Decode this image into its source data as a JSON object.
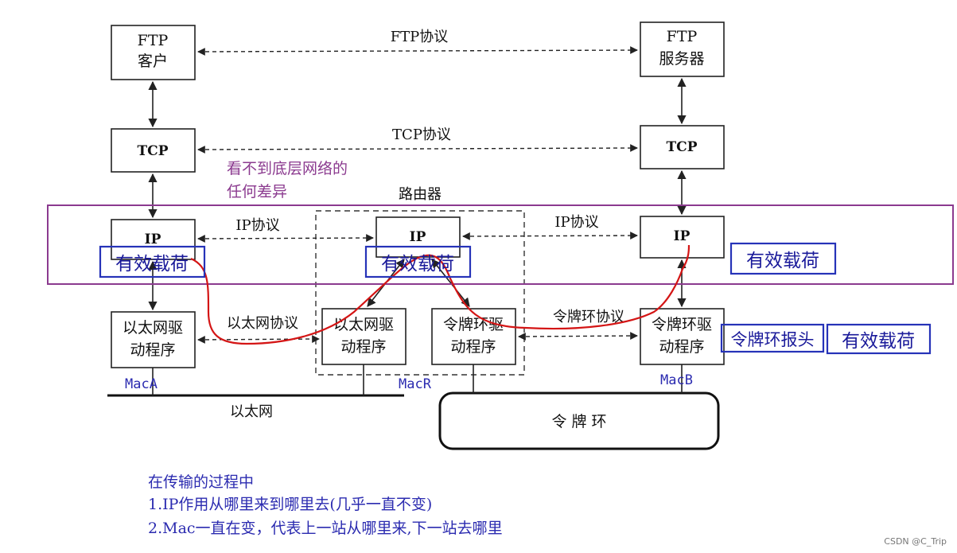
{
  "nodes": {
    "ftp_client": {
      "line1": "FTP",
      "line2": "客户"
    },
    "ftp_server": {
      "line1": "FTP",
      "line2": "服务器"
    },
    "tcp_left": "TCP",
    "tcp_right": "TCP",
    "ip_left": "IP",
    "ip_router": "IP",
    "ip_right": "IP",
    "eth_driver_left": {
      "line1": "以太网驱",
      "line2": "动程序"
    },
    "eth_driver_router": {
      "line1": "以太网驱",
      "line2": "动程序"
    },
    "token_driver_router": {
      "line1": "令牌环驱",
      "line2": "动程序"
    },
    "token_driver_right": {
      "line1": "令牌环驱",
      "line2": "动程序"
    },
    "token_ring": "令 牌 环"
  },
  "protocols": {
    "ftp": "FTP协议",
    "tcp": "TCP协议",
    "ip_left": "IP协议",
    "ip_right": "IP协议",
    "ethernet": "以太网协议",
    "token_ring": "令牌环协议"
  },
  "router_label": "路由器",
  "ethernet_label": "以太网",
  "annotations": {
    "no_difference": {
      "line1": "看不到底层网络的",
      "line2": "任何差异"
    },
    "payload_label": "有效载荷",
    "token_ring_header": "令牌环报头",
    "mac_a": "MacA",
    "mac_r": "MacR",
    "mac_b": "MacB"
  },
  "notes": {
    "title": "在传输的过程中",
    "line1": "1.IP作用从哪里来到哪里去(几乎一直不变)",
    "line2": "2.Mac一直在变，代表上一站从哪里来,下一站去哪里"
  },
  "watermark": "CSDN @C_Trip",
  "colors": {
    "annotation_blue": "#2633b8",
    "path_red": "#d41515",
    "highlight_purple": "#8b3a8f"
  }
}
